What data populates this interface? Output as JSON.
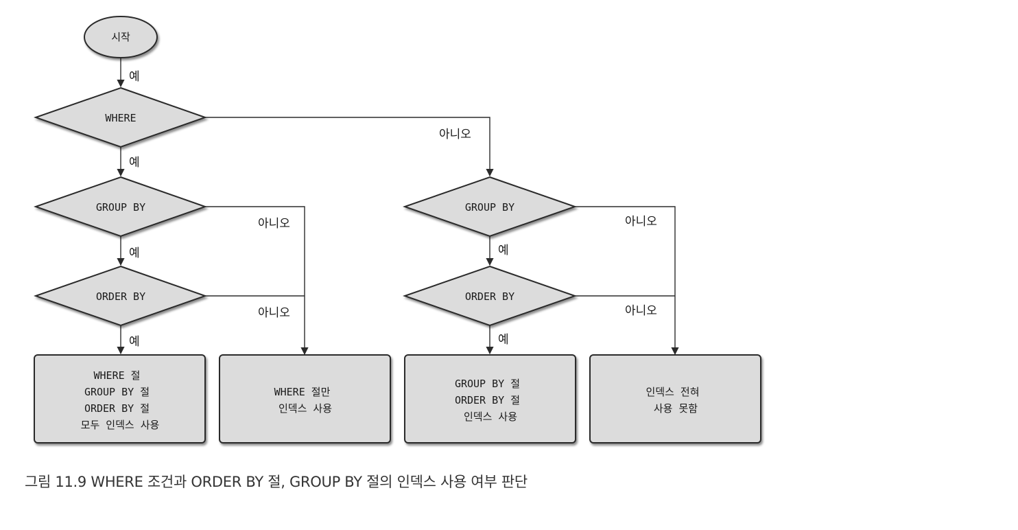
{
  "nodes": {
    "start": "시작",
    "where_decision": "WHERE",
    "groupby_left": "GROUP BY",
    "orderby_left": "ORDER BY",
    "groupby_right": "GROUP BY",
    "orderby_right": "ORDER BY",
    "result_all": [
      "WHERE 절",
      "GROUP BY 절",
      "ORDER BY 절",
      "모두 인덱스 사용"
    ],
    "result_where_only": [
      "WHERE 절만",
      "인덱스 사용"
    ],
    "result_group_order": [
      "GROUP BY 절",
      "ORDER BY 절",
      "인덱스 사용"
    ],
    "result_none": [
      "인덱스 전혀",
      "사용 못함"
    ]
  },
  "edge_labels": {
    "yes": "예",
    "no": "아니오"
  },
  "caption": "그림 11.9 WHERE 조건과 ORDER  BY 절, GROUP  BY 절의 인덱스 사용 여부 판단"
}
